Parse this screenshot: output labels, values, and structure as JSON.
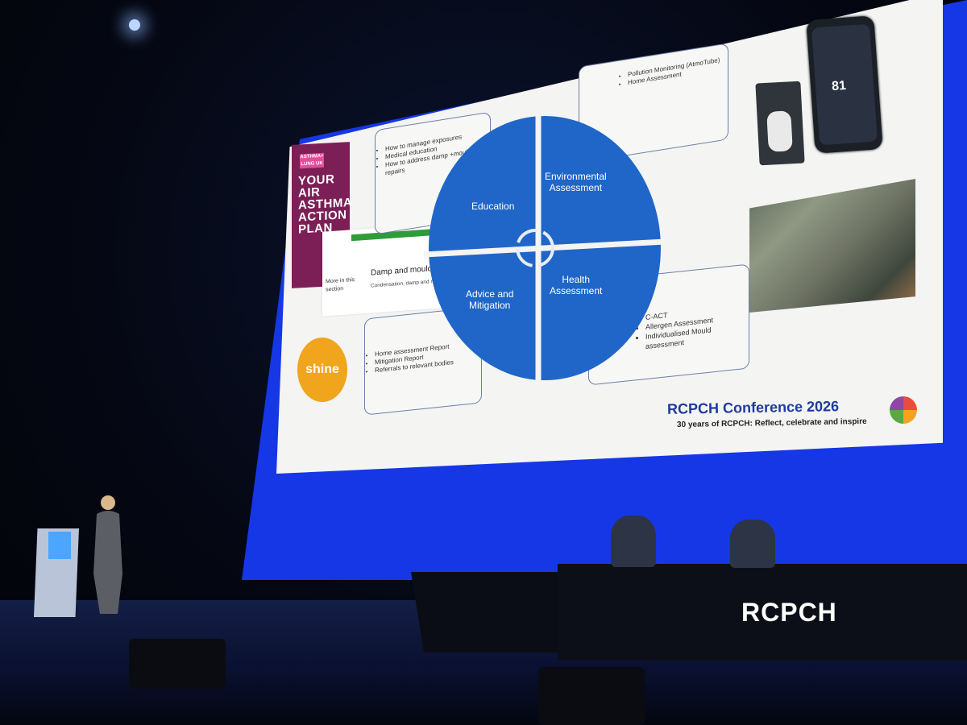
{
  "scene": {
    "description_colors": {
      "screen_blue": "#1537e6",
      "slide_bg": "#f4f4f2",
      "pie_blue": "#1f66c8"
    }
  },
  "slide": {
    "poster_logo": "ASTHMA+ LUNG UK",
    "poster_title": "YOUR\nAIR\nASTHMA\nACTION\nPLAN",
    "web": {
      "more": "More in this section",
      "heading": "Damp and mould",
      "sub": "Condensation, damp and mould"
    },
    "shine": "shine",
    "boxes": {
      "education": [
        "How to manage exposures",
        "Medical education",
        "How to address damp +mould / repairs"
      ],
      "environment": [
        "Pollution Monitoring (AtmoTube)",
        "Home Assessment"
      ],
      "advice": [
        "Home assessment Report",
        "Mitigation Report",
        "Referrals to relevant bodies"
      ],
      "health": [
        "C-ACT",
        "Allergen Assessment",
        "Individualised Mould assessment"
      ]
    },
    "pie": {
      "education": "Education",
      "environment": "Environmental\nAssessment",
      "advice": "Advice and\nMitigation",
      "health": "Health\nAssessment"
    },
    "phone_value": "81",
    "conference_title": "RCPCH Conference 2026",
    "conference_sub": "30 years of RCPCH: Reflect, celebrate and inspire"
  },
  "stage": {
    "table_brand": "RCPCH"
  }
}
